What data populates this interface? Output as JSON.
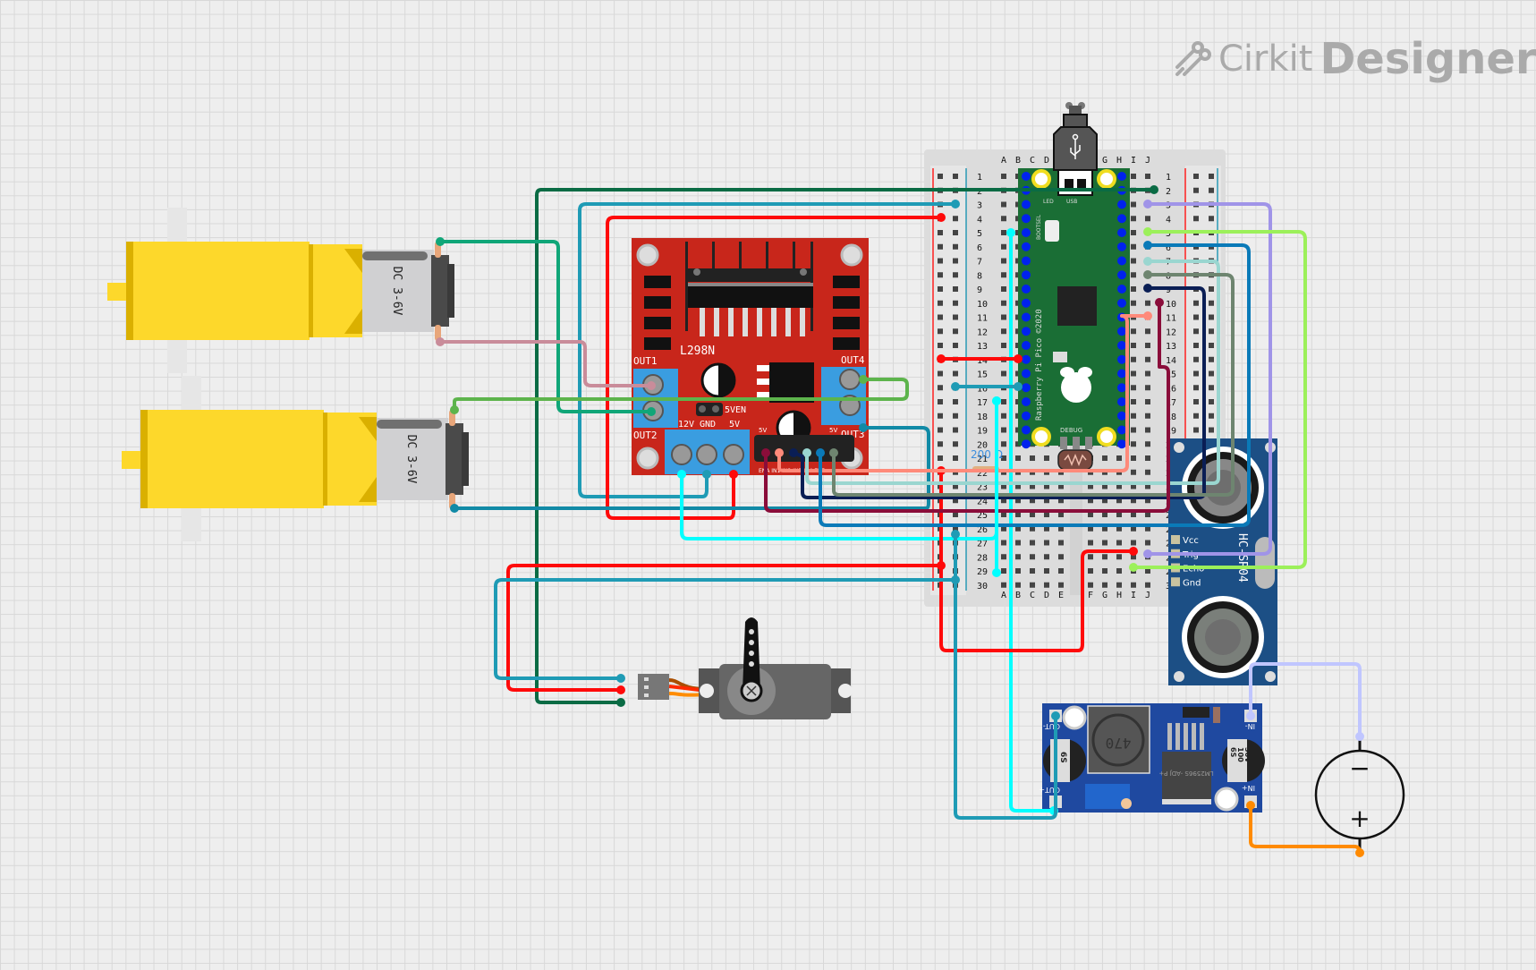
{
  "app": {
    "brand_prefix": "Cirkit",
    "brand_suffix": "Designer",
    "logo_icon": "circuit-traces-icon"
  },
  "components": {
    "motor_1": {
      "label": "DC 3-6V",
      "type": "dc-gear-motor"
    },
    "motor_2": {
      "label": "DC 3-6V",
      "type": "dc-gear-motor"
    },
    "l298n": {
      "title": "L298N",
      "labels": {
        "out1": "OUT1",
        "out2": "OUT2",
        "out3": "OUT3",
        "out4": "OUT4",
        "sven": "5VEN",
        "v12": "12V",
        "gnd": "GND",
        "v5": "5V",
        "v5a": "5V",
        "v5b": "5V",
        "pins": "ENA IN1 IN2 IN3 IN4 ENB"
      }
    },
    "breadboard": {
      "cols_left": [
        "A",
        "B",
        "C",
        "D",
        "E"
      ],
      "cols_right": [
        "F",
        "G",
        "H",
        "I",
        "J"
      ],
      "rows": [
        "1",
        "2",
        "3",
        "4",
        "5",
        "6",
        "7",
        "8",
        "9",
        "10",
        "11",
        "12",
        "13",
        "14",
        "15",
        "16",
        "17",
        "18",
        "19",
        "20",
        "21",
        "22",
        "23",
        "24",
        "25",
        "26",
        "27",
        "28",
        "29",
        "30"
      ]
    },
    "pico": {
      "name": "Raspberry Pi Pico ©2020",
      "led": "LED",
      "usb": "USB",
      "bootsel": "BOOTSEL",
      "debug": "DEBUG"
    },
    "resistor": {
      "value": "200 Ω"
    },
    "hcsr04": {
      "name": "HC-SR04",
      "pins": [
        "Vcc",
        "Trig",
        "Echo",
        "Gnd"
      ]
    },
    "servo": {
      "type": "micro-servo"
    },
    "buck": {
      "in_neg": "IN-",
      "in_pos": "IN+",
      "out_neg": "OUT-",
      "out_pos": "OUT+",
      "cap_label_1": "6S",
      "cap_label_2": "100",
      "cap_label_3": "50V",
      "inductor": "470",
      "chip": "LM2596S -ADJ P+"
    },
    "battery": {
      "neg": "−",
      "pos": "+"
    }
  },
  "colors": {
    "background": "#eeeeee",
    "l298n_board": "#c8261b",
    "pico_board": "#1a6e35",
    "hcsr04_board": "#1c4f85",
    "buck_board": "#1f49a0",
    "motor_yellow": "#fdd82b",
    "terminal_blue": "#3a9de0"
  }
}
